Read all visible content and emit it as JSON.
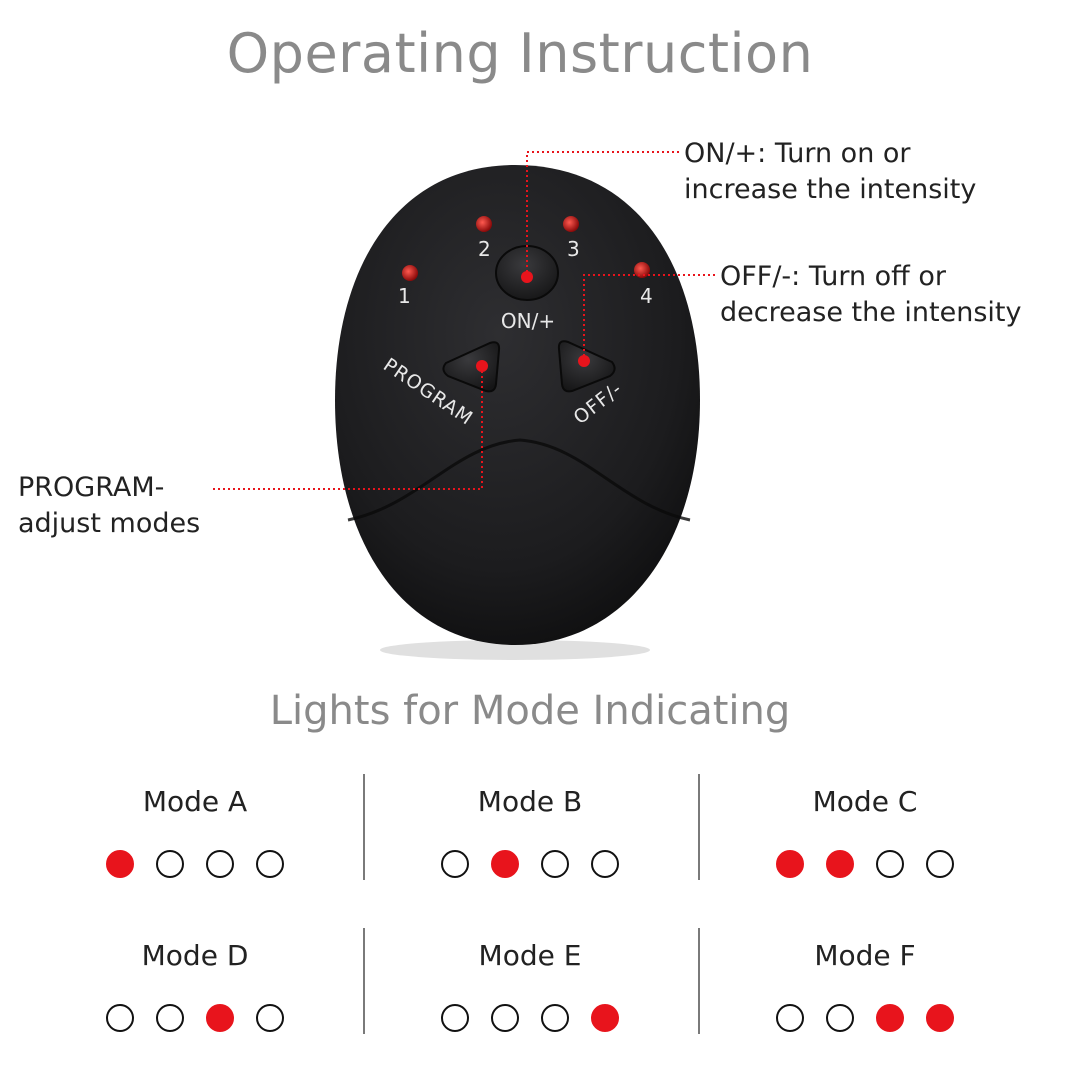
{
  "title": "Operating Instruction",
  "subtitle": "Lights for Mode Indicating",
  "device": {
    "indicator_numbers": [
      "1",
      "2",
      "3",
      "4"
    ],
    "on_button_label": "ON/+",
    "program_label": "PROGRAM",
    "off_label": "OFF/-"
  },
  "callouts": {
    "on": [
      "ON/+: Turn on or",
      "increase the intensity"
    ],
    "off": [
      "OFF/-: Turn off or",
      "decrease the intensity"
    ],
    "program": [
      "PROGRAM-",
      "adjust modes"
    ]
  },
  "colors": {
    "accent": "#e8141c",
    "device_body": "#1c1c1e",
    "title_gray": "#8a8a8a"
  },
  "modes": [
    {
      "label": "Mode A",
      "lights": [
        true,
        false,
        false,
        false
      ]
    },
    {
      "label": "Mode B",
      "lights": [
        false,
        true,
        false,
        false
      ]
    },
    {
      "label": "Mode C",
      "lights": [
        true,
        true,
        false,
        false
      ]
    },
    {
      "label": "Mode D",
      "lights": [
        false,
        false,
        true,
        false
      ]
    },
    {
      "label": "Mode E",
      "lights": [
        false,
        false,
        false,
        true
      ]
    },
    {
      "label": "Mode F",
      "lights": [
        false,
        false,
        true,
        true
      ]
    }
  ]
}
